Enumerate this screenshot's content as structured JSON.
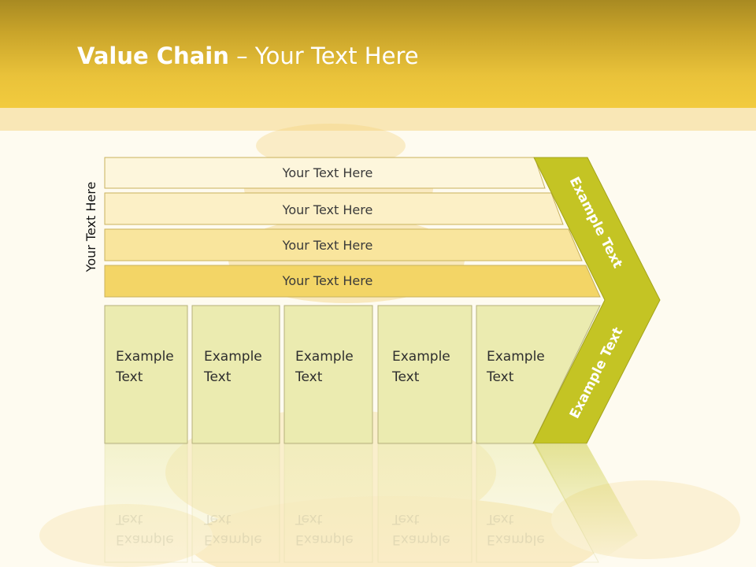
{
  "title": {
    "bold": "Value Chain",
    "rest": " – Your Text Here"
  },
  "side_label": "Your Text Here",
  "bars": [
    "Your Text Here",
    "Your Text Here",
    "Your Text Here",
    "Your Text Here"
  ],
  "columns": [
    {
      "line1": "Example",
      "line2": "Text"
    },
    {
      "line1": "Example",
      "line2": "Text"
    },
    {
      "line1": "Example",
      "line2": "Text"
    },
    {
      "line1": "Example",
      "line2": "Text"
    },
    {
      "line1": "Example",
      "line2": "Text"
    }
  ],
  "chevron": {
    "top_label": "Example Text",
    "bottom_label": "Example Text"
  },
  "colors": {
    "header": "#e9c23a",
    "bar_fills": [
      "#fdf6dc",
      "#fcf0c6",
      "#f9e59d",
      "#f3d566"
    ],
    "column_fill": "#ebebb0",
    "chevron": "#c4c424"
  }
}
